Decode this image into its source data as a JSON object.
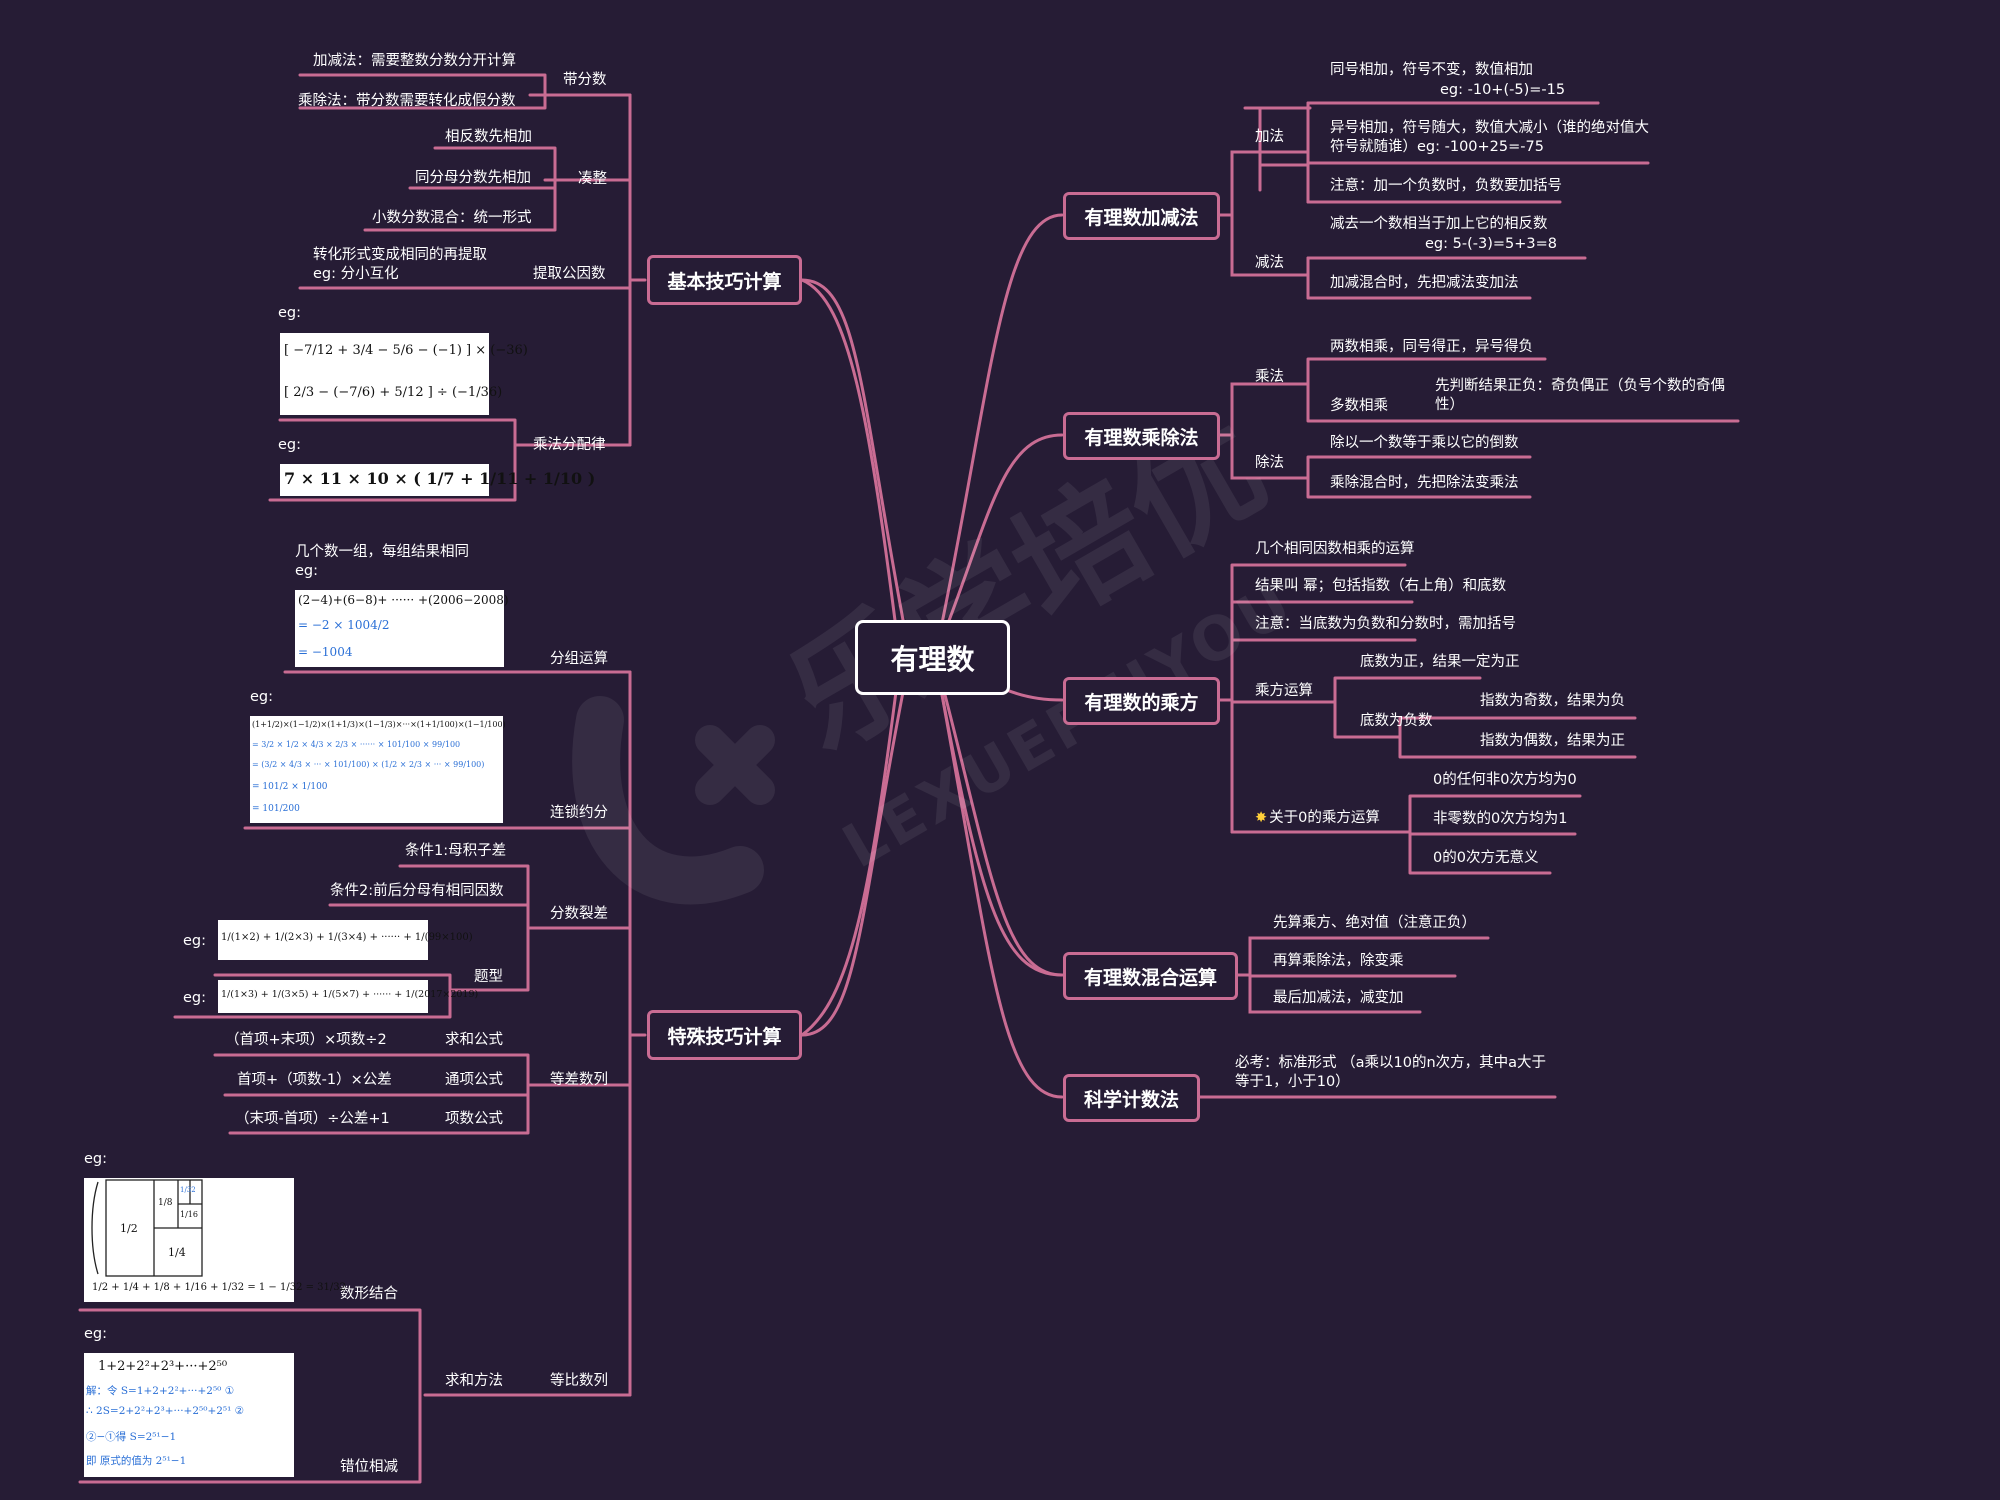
{
  "colors": {
    "background": "#261c35",
    "line": "#c96c93",
    "text": "#ffffff",
    "formula_blue": "#2a6fd6"
  },
  "watermark": {
    "cn": "乐学培优",
    "en": "LEXUEPEIYOU"
  },
  "root": "有理数",
  "right": {
    "jiajian": {
      "title": "有理数加减法",
      "add": "加法",
      "add1": "同号相加，符号不变，数值相加",
      "add1_eg": "eg: -10+(-5)=-15",
      "add2": "异号相加，符号随大，数值大减小（谁的绝对值大符号就随谁）eg: -100+25=-75",
      "add3": "注意：加一个负数时，负数要加括号",
      "sub": "减法",
      "sub1": "减去一个数相当于加上它的相反数",
      "sub1_eg": "eg: 5-(-3)=5+3=8",
      "sub2": "加减混合时，先把减法变加法"
    },
    "chengchu": {
      "title": "有理数乘除法",
      "mul": "乘法",
      "mul1": "两数相乘，同号得正，异号得负",
      "mul2": "多数相乘",
      "mul2_detail": "先判断结果正负：奇负偶正（负号个数的奇偶性）",
      "div": "除法",
      "div1": "除以一个数等于乘以它的倒数",
      "div2": "乘除混合时，先把除法变乘法"
    },
    "chengfang": {
      "title": "有理数的乘方",
      "l1": "几个相同因数相乘的运算",
      "l2": "结果叫 幂；包括指数（右上角）和底数",
      "l3": "注意：当底数为负数和分数时，需加括号",
      "op": "乘方运算",
      "op1": "底数为正，结果一定为正",
      "op2": "底数为负数",
      "op2a": "指数为奇数，结果为负",
      "op2b": "指数为偶数，结果为正",
      "zero": "关于0的乘方运算",
      "zero_icon": "sparkle-icon",
      "z1": "0的任何非0次方均为0",
      "z2": "非零数的0次方均为1",
      "z3": "0的0次方无意义"
    },
    "hunhe": {
      "title": "有理数混合运算",
      "h1": "先算乘方、绝对值（注意正负）",
      "h2": "再算乘除法，除变乘",
      "h3": "最后加减法，减变加"
    },
    "kexue": {
      "title": "科学计数法",
      "k1": "必考：标准形式 （a乘以10的n次方，其中a大于等于1，小于10）"
    }
  },
  "left_top": {
    "title": "基本技巧计算",
    "daifenshu": "带分数",
    "d1": "加减法：需要整数分数分开计算",
    "d2": "乘除法：带分数需要转化成假分数",
    "couzheng": "凑整",
    "c1": "相反数先相加",
    "c2": "同分母分数先相加",
    "c3": "小数分数混合：统一形式",
    "tiqu": "提取公因数",
    "t1": "转化形式变成相同的再提取",
    "t1b": "eg: 分小互化",
    "fenpei": "乘法分配律",
    "eg": "eg:",
    "f_img1_l1": "[ −7/12 + 3/4 − 5/6 − (−1) ] × (−36)",
    "f_img1_l2": "[ 2/3 − (−7/6) + 5/12 ] ÷ (−1/36)",
    "f_img2": "7 × 11 × 10 × ( 1/7 + 1/11 + 1/10 )"
  },
  "left_bottom": {
    "title": "特殊技巧计算",
    "fenzu": "分组运算",
    "fz1": "几个数一组，每组结果相同",
    "fz_img_l1": "(2−4)+(6−8)+ ······ +(2006−2008)",
    "fz_img_l2": "= −2 × 1004/2",
    "fz_img_l3": "= −1004",
    "liansuo": "连锁约分",
    "ls_img_l1": "(1+1/2)×(1−1/2)×(1+1/3)×(1−1/3)×···×(1+1/100)×(1−1/100)",
    "ls_img_l2": "= 3/2 × 1/2 × 4/3 × 2/3 × ······ × 101/100 × 99/100",
    "ls_img_l3": "= (3/2 × 4/3 × ··· × 101/100) × (1/2 × 2/3 × ··· × 99/100)",
    "ls_img_l4": "= 101/2 × 1/100",
    "ls_img_l5": "= 101/200",
    "liexiang": "分数裂差",
    "lx1": "条件1:母积子差",
    "lx2": "条件2:前后分母有相同因数",
    "lx_type": "题型",
    "lx_img1": "1/(1×2) + 1/(2×3) + 1/(3×4) + ······ + 1/(99×100)",
    "lx_img2": "1/(1×3) + 1/(3×5) + 1/(5×7) + ······ + 1/(2017×2019)",
    "dengcha": "等差数列",
    "dc1_label": "求和公式",
    "dc1": "（首项+末项）×项数÷2",
    "dc2_label": "通项公式",
    "dc2": "首项+（项数-1）×公差",
    "dc3_label": "项数公式",
    "dc3": "（末项-首项）÷公差+1",
    "dengbi": "等比数列",
    "shuxing": "数形结合",
    "sx_img_eq": "1/2 + 1/4 + 1/8 + 1/16 + 1/32 = 1 − 1/32 = 31/32",
    "sx_half": "1/2",
    "sx_quarter": "1/4",
    "sx_eighth": "1/8",
    "sx_16": "1/16",
    "sx_32": "1/32",
    "qiuhe": "求和方法",
    "cuowei": "错位相减",
    "cw_l1": "1+2+2²+2³+···+2⁵⁰",
    "cw_l2": "解：令 S=1+2+2²+···+2⁵⁰  ①",
    "cw_l3": "∴ 2S=2+2²+2³+···+2⁵⁰+2⁵¹  ②",
    "cw_l4": "②−①得 S=2⁵¹−1",
    "cw_l5": "即 原式的值为 2⁵¹−1"
  }
}
